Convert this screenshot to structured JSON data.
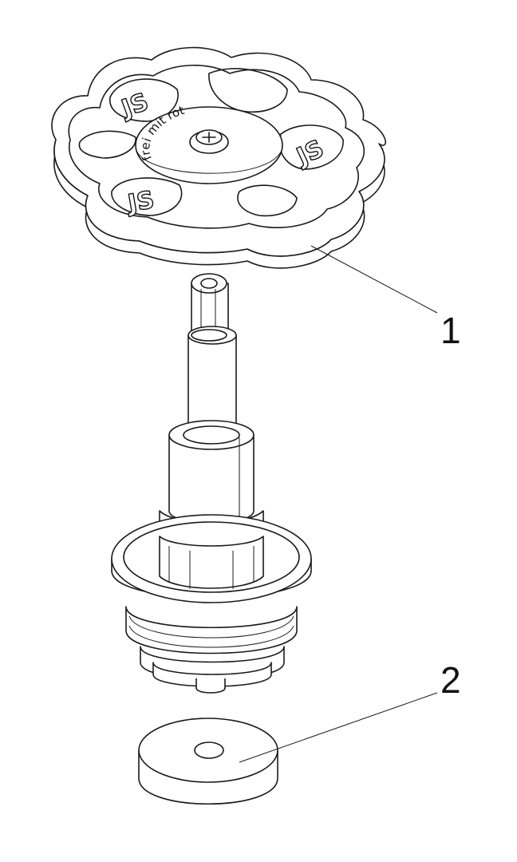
{
  "callouts": [
    {
      "id": 1,
      "label": "1"
    },
    {
      "id": 2,
      "label": "2"
    }
  ],
  "handwheel": {
    "disc_text": "frei mit rot",
    "logo_text": "JS"
  },
  "colors": {
    "line": "#1a1a1a",
    "background": "#ffffff"
  }
}
